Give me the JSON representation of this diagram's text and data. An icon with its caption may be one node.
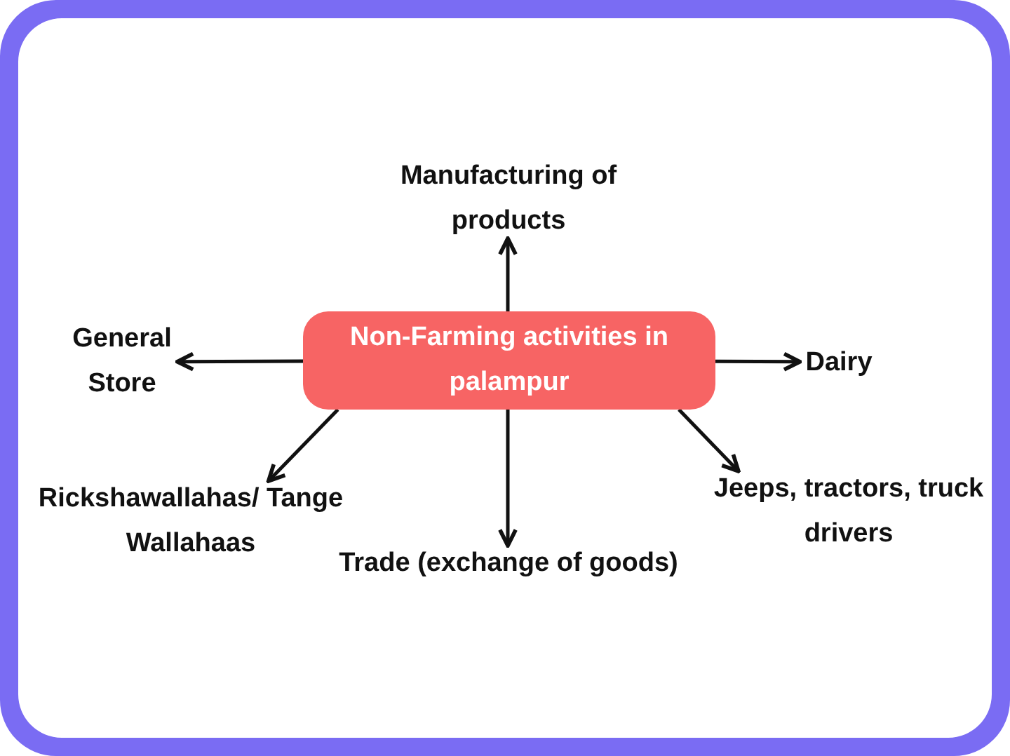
{
  "diagram": {
    "nodes": [
      {
        "text": [
          "Non-Farming activities in palampur"
        ]
      },
      {
        "text": [
          "Manufacturing of products"
        ]
      },
      {
        "text": [
          "General Store"
        ]
      },
      {
        "text": [
          "Dairy"
        ]
      },
      {
        "text": [
          "Rickshawallahas/ Tange Wallahaas"
        ]
      },
      {
        "text": [
          "Trade (exchange of goods)"
        ]
      },
      {
        "text": [
          "Jeeps, tractors, truck drivers"
        ]
      }
    ],
    "edges": [
      {
        "from": 0,
        "to": 1,
        "arrow": "to"
      },
      {
        "from": 0,
        "to": 2,
        "arrow": "to"
      },
      {
        "from": 0,
        "to": 3,
        "arrow": "to"
      },
      {
        "from": 0,
        "to": 4,
        "arrow": "to"
      },
      {
        "from": 0,
        "to": 5,
        "arrow": "to"
      },
      {
        "from": 0,
        "to": 6,
        "arrow": "to"
      }
    ]
  }
}
